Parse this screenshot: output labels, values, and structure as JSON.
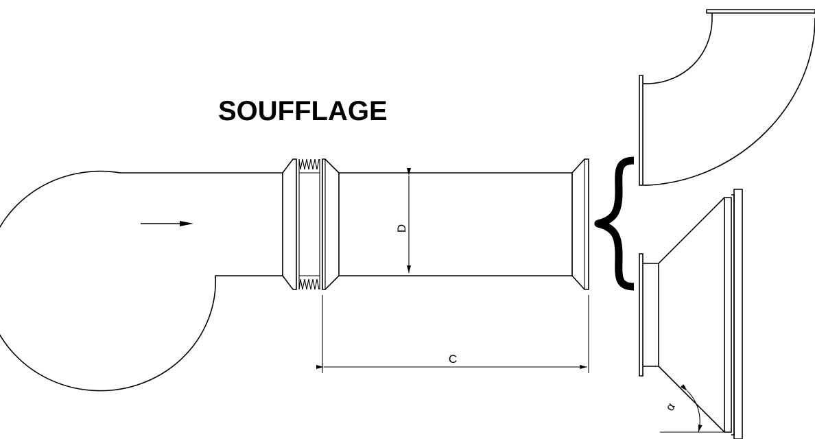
{
  "title": "SOUFFLAGE",
  "dimensions": {
    "diameter_label": "D",
    "length_label": "C",
    "angle_label": "α"
  },
  "colors": {
    "line": "#000000",
    "background": "#ffffff"
  },
  "icons": [
    "flow-direction-arrow-icon",
    "dimension-arrow-icon",
    "curly-brace-icon"
  ]
}
